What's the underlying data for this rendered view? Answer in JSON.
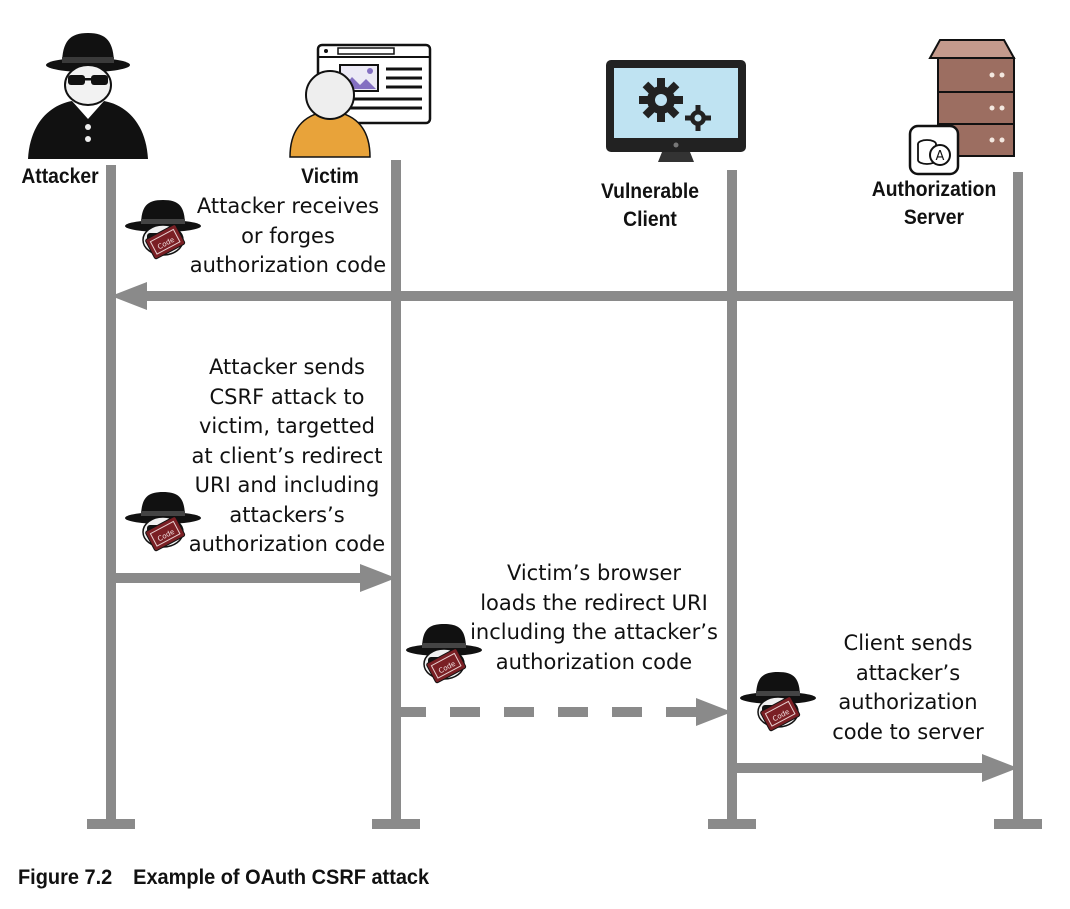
{
  "actors": [
    {
      "id": "attacker",
      "label": "Attacker",
      "icon": "attacker-icon"
    },
    {
      "id": "victim",
      "label": "Victim",
      "icon": "victim-browser-icon"
    },
    {
      "id": "client",
      "label": "Vulnerable\nClient",
      "icon": "monitor-gears-icon"
    },
    {
      "id": "server",
      "label": "Authorization\nServer",
      "icon": "server-rack-icon"
    }
  ],
  "messages": [
    {
      "from": "server",
      "to": "attacker",
      "style": "solid",
      "text": "Attacker receives\nor forges\nauthorization code",
      "icon": "attacker-with-code-icon"
    },
    {
      "from": "attacker",
      "to": "victim",
      "style": "solid",
      "text": "Attacker sends\nCSRF attack to\nvictim, targetted\nat client’s redirect\nURI and including\nattackers’s\nauthorization code",
      "icon": "attacker-with-code-icon"
    },
    {
      "from": "victim",
      "to": "client",
      "style": "dashed",
      "text": "Victim’s browser\nloads the redirect URI\nincluding the attacker’s\nauthorization code",
      "icon": "attacker-with-code-icon"
    },
    {
      "from": "client",
      "to": "server",
      "style": "solid",
      "text": "Client sends\nattacker’s\nauthorization\ncode to server",
      "icon": "attacker-with-code-icon"
    }
  ],
  "caption": {
    "number": "Figure 7.2",
    "text": "Example of OAuth CSRF attack"
  },
  "colors": {
    "lifeline": "#8a8a8a",
    "text": "#111111",
    "hat": "#111111",
    "victim_body": "#e8a33a",
    "ticket": "#7a1f24",
    "monitor_screen": "#bfe3f2",
    "server": "#a87a6b"
  }
}
